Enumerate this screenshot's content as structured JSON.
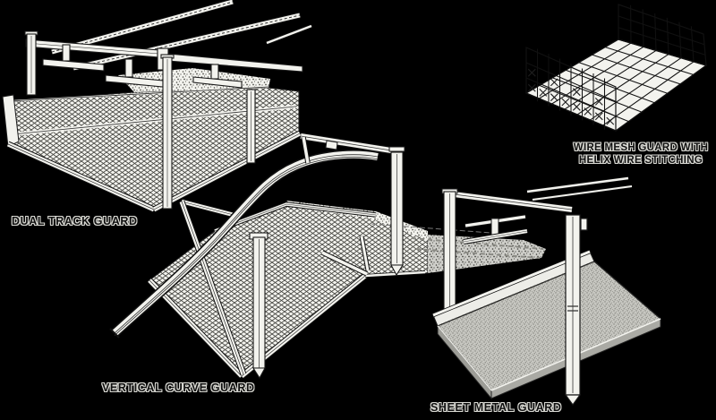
{
  "colors": {
    "background": "#000000",
    "paper": "#f3f3ee",
    "ink": "#141414",
    "pan_gray": "#c7c7c1"
  },
  "figures": [
    {
      "id": "dual-track-guard",
      "caption": "DUAL TRACK GUARD"
    },
    {
      "id": "vertical-curve-guard",
      "caption": "VERTICAL CURVE GUARD"
    },
    {
      "id": "sheet-metal-guard",
      "caption": "SHEET METAL GUARD"
    },
    {
      "id": "wire-mesh-guard",
      "caption_line1": "WIRE MESH GUARD WITH",
      "caption_line2": "HELIX WIRE STITCHING"
    }
  ]
}
